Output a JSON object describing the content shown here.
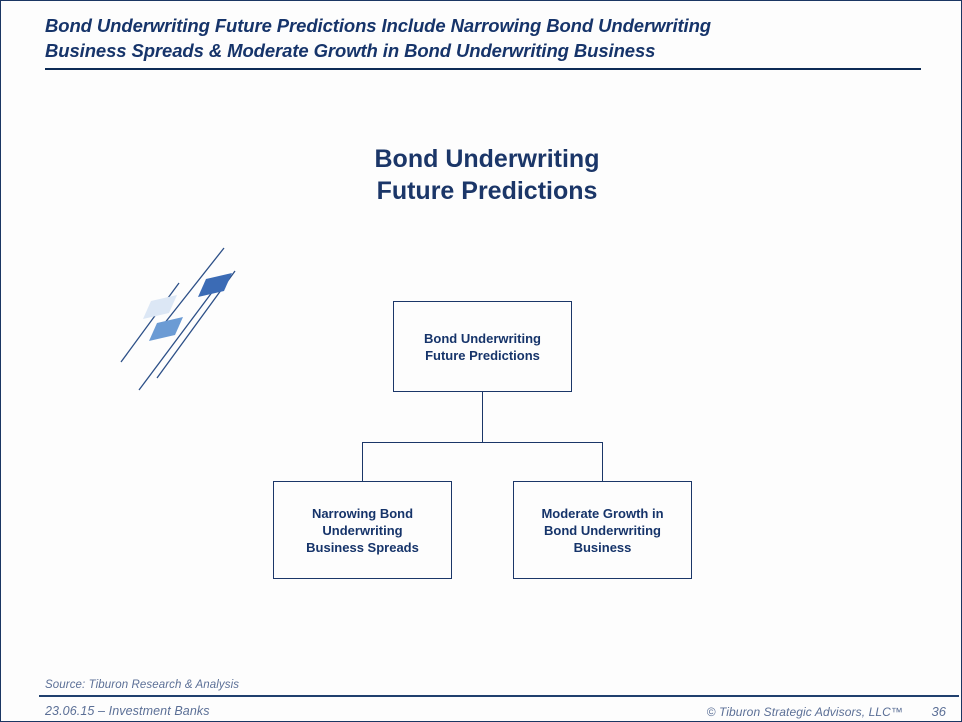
{
  "header": {
    "headline": "Bond Underwriting Future Predictions Include Narrowing Bond Underwriting\nBusiness Spreads & Moderate Growth in Bond Underwriting Business"
  },
  "title": {
    "text": "Bond Underwriting\nFuture Predictions"
  },
  "logo": {
    "name": "tiburon-logo-mark"
  },
  "diagram": {
    "type": "org-chart",
    "root": {
      "label": "Bond Underwriting\nFuture Predictions"
    },
    "children": [
      {
        "label": "Narrowing Bond\nUnderwriting\nBusiness Spreads"
      },
      {
        "label": "Moderate Growth in\nBond Underwriting\nBusiness"
      }
    ]
  },
  "footer": {
    "source": "Source:  Tiburon Research & Analysis",
    "date_topic": "23.06.15 – Investment Banks",
    "copyright": "© Tiburon Strategic Advisors, LLC™",
    "page_number": "36"
  },
  "colors": {
    "navy": "#16346a",
    "rule": "#0d2b55",
    "muted": "#5b6f96",
    "logo_dark_blue": "#3b6bb5",
    "logo_mid_blue": "#6b9bd4",
    "logo_light_blue": "#dce7f5",
    "logo_line": "#2c4f87"
  }
}
